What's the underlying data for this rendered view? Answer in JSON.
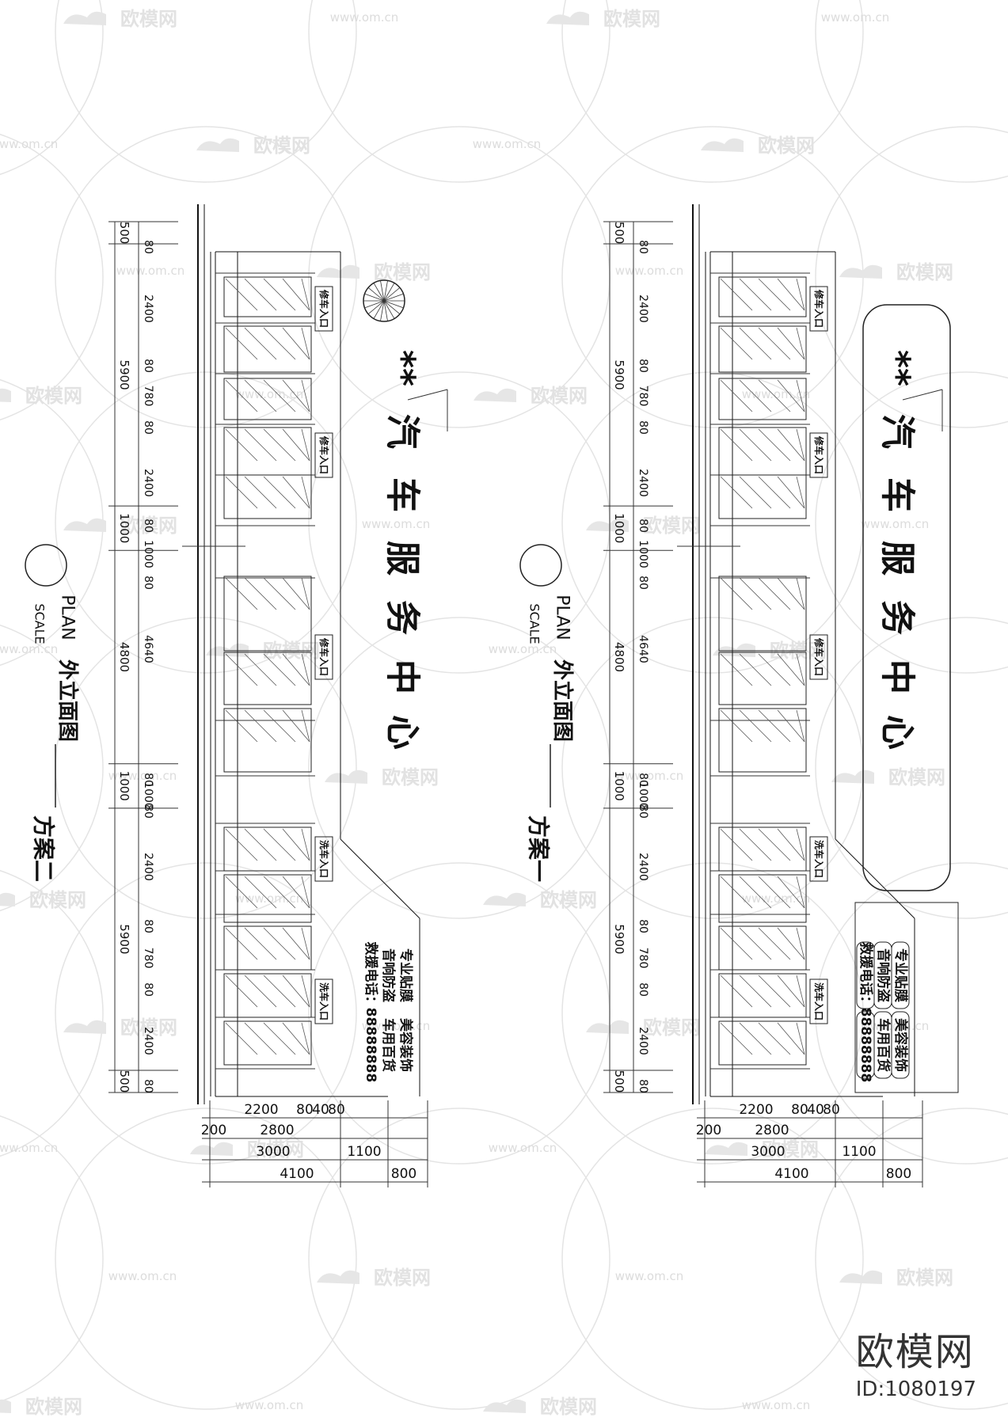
{
  "watermark": {
    "brand": "欧模网",
    "url": "www.om.cn",
    "url_short": "om.cn"
  },
  "brand": {
    "name": "欧模网",
    "id": "ID:1080197"
  },
  "schemes": [
    {
      "key": "scheme2",
      "scheme_title": "方案二",
      "view_title": "外立面图",
      "plan": "PLAN",
      "scale": "SCALE",
      "sign": {
        "stars": "**",
        "chars": [
          "汽",
          "车",
          "服",
          "务",
          "中",
          "心"
        ]
      },
      "entry_labels": [
        "修车入口",
        "修车入口",
        "修车入口",
        "洗车入口",
        "洗车入口"
      ],
      "services": {
        "col1": [
          "专业贴膜",
          "音响防盗",
          "救援电话："
        ],
        "col2": [
          "美容装饰",
          "车用百货",
          "88888888"
        ]
      },
      "dims_outer": [
        "500",
        "5900",
        "1000",
        "4800",
        "1000",
        "5900",
        "500"
      ],
      "dims_inner": [
        "80",
        "2400",
        "80",
        "780",
        "80",
        "2400",
        "80",
        "1000",
        "80",
        "4640",
        "80",
        "1000",
        "80",
        "2400",
        "80",
        "780",
        "80",
        "2400",
        "80"
      ],
      "dims_bottom": {
        "row1": [
          "2200",
          "80",
          "40",
          "80"
        ],
        "row2": [
          "200",
          "2800"
        ],
        "row3": [
          "3000",
          "1100"
        ],
        "row4": [
          "4100",
          "800"
        ]
      }
    },
    {
      "key": "scheme1",
      "scheme_title": "方案一",
      "view_title": "外立面图",
      "plan": "PLAN",
      "scale": "SCALE",
      "sign": {
        "stars": "**",
        "chars": [
          "汽",
          "车",
          "服",
          "务",
          "中",
          "心"
        ]
      },
      "entry_labels": [
        "修车入口",
        "修车入口",
        "修车入口",
        "洗车入口",
        "洗车入口"
      ],
      "services": {
        "col1": [
          "专业贴膜",
          "音响防盗",
          "救援电话："
        ],
        "col2": [
          "美容装饰",
          "车用百货",
          "88888888"
        ]
      },
      "dims_outer": [
        "500",
        "5900",
        "1000",
        "4800",
        "1000",
        "5900",
        "500"
      ],
      "dims_inner": [
        "80",
        "2400",
        "80",
        "780",
        "80",
        "2400",
        "80",
        "1000",
        "80",
        "4640",
        "80",
        "1000",
        "80",
        "2400",
        "80",
        "780",
        "80",
        "2400",
        "80"
      ],
      "dims_bottom": {
        "row1": [
          "2200",
          "80",
          "40",
          "80"
        ],
        "row2": [
          "200",
          "2800"
        ],
        "row3": [
          "3000",
          "1100"
        ],
        "row4": [
          "4100",
          "800"
        ]
      }
    }
  ]
}
